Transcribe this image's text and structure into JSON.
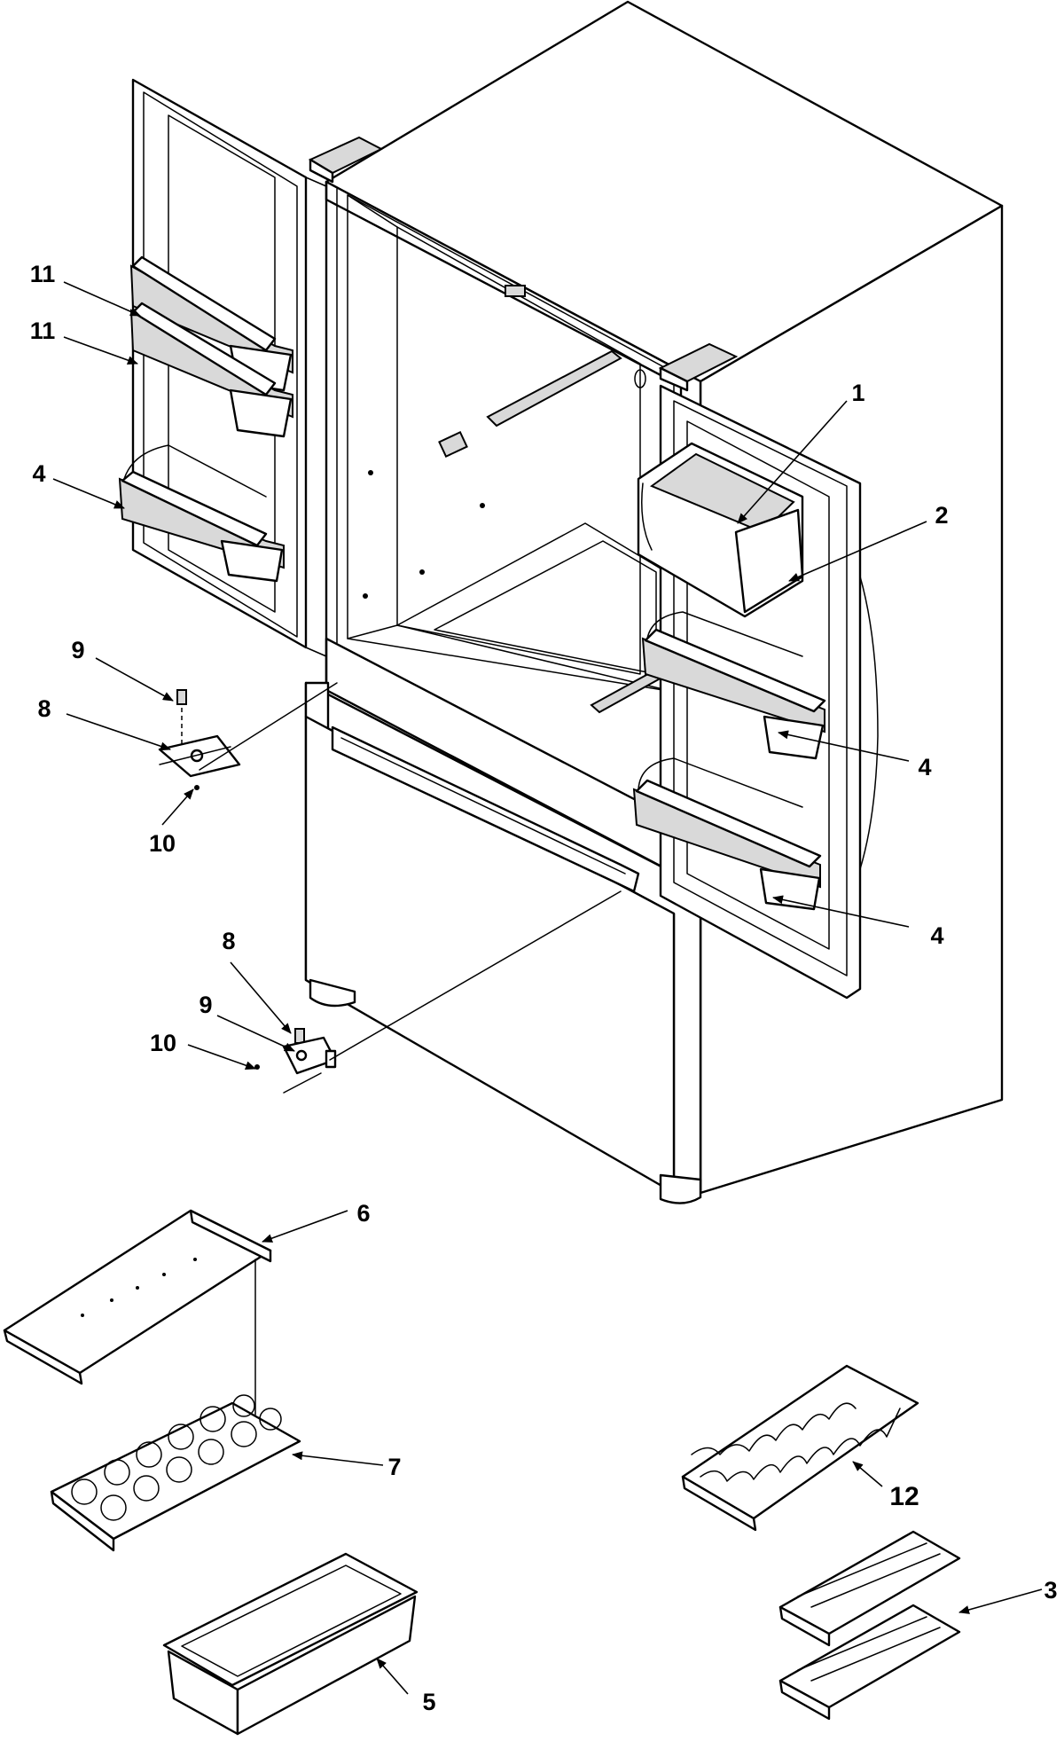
{
  "figure": {
    "type": "exploded-parts-diagram",
    "subject": "french-door-refrigerator-interior"
  },
  "callouts": {
    "c1": "1",
    "c2": "2",
    "c3": "3",
    "c4a": "4",
    "c4b": "4",
    "c4c": "4",
    "c5": "5",
    "c6": "6",
    "c7": "7",
    "c8a": "8",
    "c8b": "8",
    "c9a": "9",
    "c9b": "9",
    "c10a": "10",
    "c10b": "10",
    "c11a": "11",
    "c11b": "11",
    "c12": "12"
  },
  "colors": {
    "line": "#000000",
    "background": "#ffffff",
    "shade": "#d9d9d9"
  }
}
